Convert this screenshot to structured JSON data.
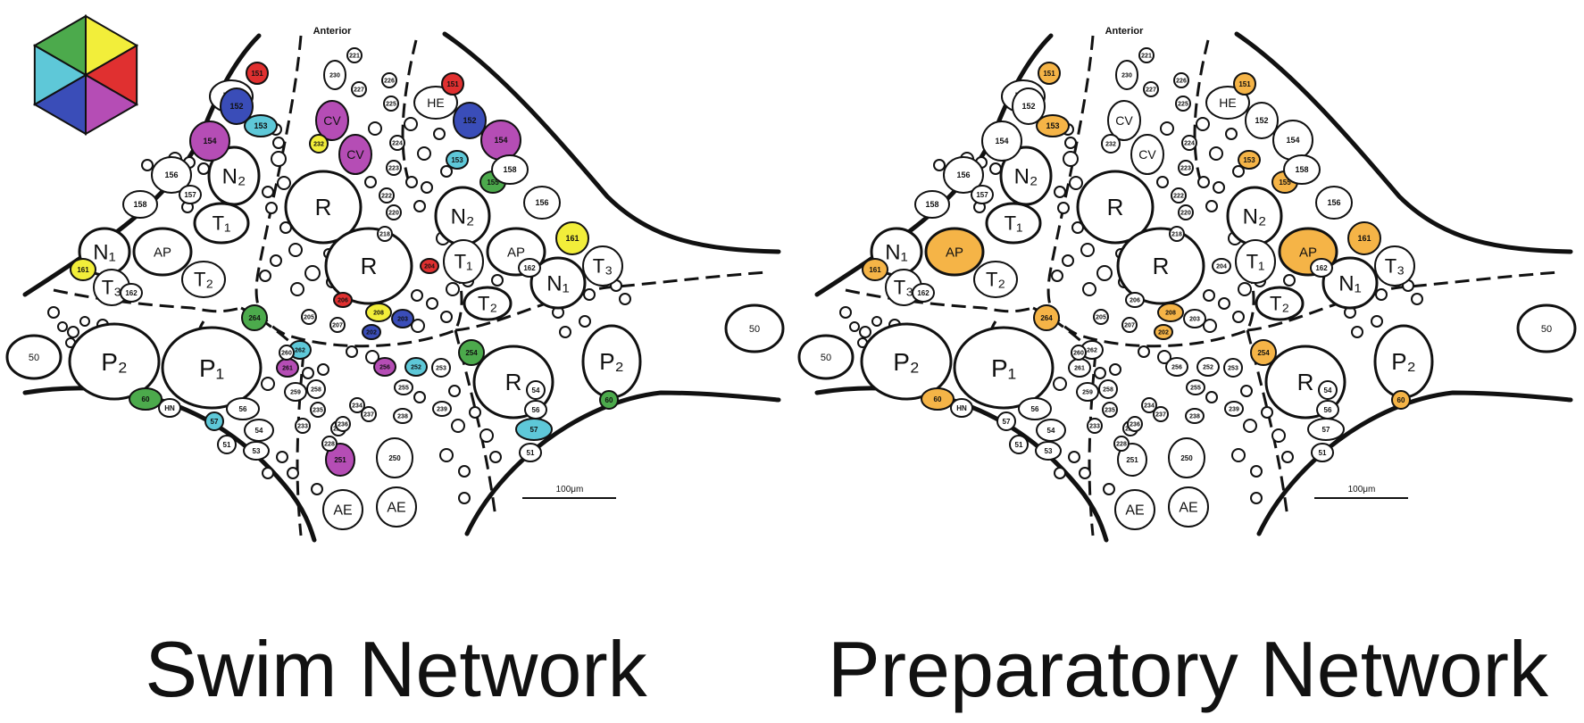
{
  "swim": {
    "title": "Swim Network",
    "anterior": "Anterior",
    "scale": "100μm",
    "cells": [
      {
        "label": "R",
        "fill": "#ffffff"
      },
      {
        "label": "R",
        "fill": "#ffffff"
      },
      {
        "label": "R",
        "fill": "#ffffff"
      },
      {
        "label": "AP",
        "fill": "#ffffff"
      },
      {
        "label": "AP",
        "fill": "#ffffff"
      },
      {
        "label": "P₁",
        "fill": "#ffffff"
      },
      {
        "label": "P₂",
        "fill": "#ffffff"
      },
      {
        "label": "P₂",
        "fill": "#ffffff"
      },
      {
        "label": "N₂",
        "fill": "#ffffff"
      },
      {
        "label": "N₂",
        "fill": "#ffffff"
      },
      {
        "label": "N₁",
        "fill": "#ffffff"
      },
      {
        "label": "N₁",
        "fill": "#ffffff"
      },
      {
        "label": "T₁",
        "fill": "#ffffff"
      },
      {
        "label": "T₁",
        "fill": "#ffffff"
      },
      {
        "label": "T₂",
        "fill": "#ffffff"
      },
      {
        "label": "T₂",
        "fill": "#ffffff"
      },
      {
        "label": "T₃",
        "fill": "#ffffff"
      },
      {
        "label": "T₃",
        "fill": "#ffffff"
      },
      {
        "label": "HE",
        "fill": "#ffffff"
      },
      {
        "label": "HE",
        "fill": "#ffffff"
      },
      {
        "label": "CV",
        "fill": "#b54db5"
      },
      {
        "label": "CV",
        "fill": "#b54db5"
      },
      {
        "label": "AE",
        "fill": "#ffffff"
      },
      {
        "label": "AE",
        "fill": "#ffffff"
      },
      {
        "label": "50",
        "fill": "#ffffff"
      },
      {
        "label": "50",
        "fill": "#ffffff"
      },
      {
        "label": "151",
        "fill": "#e03030"
      },
      {
        "label": "152",
        "fill": "#3a4db8"
      },
      {
        "label": "153",
        "fill": "#5ec8d8"
      },
      {
        "label": "154",
        "fill": "#b54db5"
      },
      {
        "label": "156",
        "fill": "#ffffff"
      },
      {
        "label": "158",
        "fill": "#ffffff"
      },
      {
        "label": "157",
        "fill": "#ffffff"
      },
      {
        "label": "161",
        "fill": "#f2ee3a"
      },
      {
        "label": "162",
        "fill": "#ffffff"
      },
      {
        "label": "60",
        "fill": "#4caa4c"
      },
      {
        "label": "HN",
        "fill": "#ffffff"
      },
      {
        "label": "57",
        "fill": "#5ec8d8"
      },
      {
        "label": "56",
        "fill": "#ffffff"
      },
      {
        "label": "54",
        "fill": "#ffffff"
      },
      {
        "label": "53",
        "fill": "#ffffff"
      },
      {
        "label": "51",
        "fill": "#ffffff"
      },
      {
        "label": "151",
        "fill": "#e03030"
      },
      {
        "label": "152",
        "fill": "#3a4db8"
      },
      {
        "label": "154",
        "fill": "#b54db5"
      },
      {
        "label": "153",
        "fill": "#5ec8d8"
      },
      {
        "label": "155",
        "fill": "#4caa4c"
      },
      {
        "label": "156",
        "fill": "#ffffff"
      },
      {
        "label": "158",
        "fill": "#ffffff"
      },
      {
        "label": "161",
        "fill": "#f2ee3a"
      },
      {
        "label": "162",
        "fill": "#ffffff"
      },
      {
        "label": "60",
        "fill": "#4caa4c"
      },
      {
        "label": "57",
        "fill": "#5ec8d8"
      },
      {
        "label": "56",
        "fill": "#ffffff"
      },
      {
        "label": "54",
        "fill": "#ffffff"
      },
      {
        "label": "51",
        "fill": "#ffffff"
      },
      {
        "label": "221",
        "fill": "#ffffff"
      },
      {
        "label": "230",
        "fill": "#ffffff"
      },
      {
        "label": "227",
        "fill": "#ffffff"
      },
      {
        "label": "226",
        "fill": "#ffffff"
      },
      {
        "label": "225",
        "fill": "#ffffff"
      },
      {
        "label": "232",
        "fill": "#f2ee3a"
      },
      {
        "label": "224",
        "fill": "#ffffff"
      },
      {
        "label": "223",
        "fill": "#ffffff"
      },
      {
        "label": "222",
        "fill": "#ffffff"
      },
      {
        "label": "220",
        "fill": "#ffffff"
      },
      {
        "label": "218",
        "fill": "#ffffff"
      },
      {
        "label": "204",
        "fill": "#e03030"
      },
      {
        "label": "206",
        "fill": "#e03030"
      },
      {
        "label": "208",
        "fill": "#f2ee3a"
      },
      {
        "label": "203",
        "fill": "#3a4db8"
      },
      {
        "label": "202",
        "fill": "#3a4db8"
      },
      {
        "label": "207",
        "fill": "#ffffff"
      },
      {
        "label": "205",
        "fill": "#ffffff"
      },
      {
        "label": "264",
        "fill": "#4caa4c"
      },
      {
        "label": "262",
        "fill": "#5ec8d8"
      },
      {
        "label": "261",
        "fill": "#b54db5"
      },
      {
        "label": "260",
        "fill": "#ffffff"
      },
      {
        "label": "259",
        "fill": "#ffffff"
      },
      {
        "label": "258",
        "fill": "#ffffff"
      },
      {
        "label": "256",
        "fill": "#b54db5"
      },
      {
        "label": "255",
        "fill": "#ffffff"
      },
      {
        "label": "254",
        "fill": "#4caa4c"
      },
      {
        "label": "253",
        "fill": "#ffffff"
      },
      {
        "label": "252",
        "fill": "#5ec8d8"
      },
      {
        "label": "251",
        "fill": "#b54db5"
      },
      {
        "label": "250",
        "fill": "#ffffff"
      },
      {
        "label": "229",
        "fill": "#ffffff"
      },
      {
        "label": "228",
        "fill": "#ffffff"
      },
      {
        "label": "234",
        "fill": "#ffffff"
      },
      {
        "label": "233",
        "fill": "#ffffff"
      },
      {
        "label": "235",
        "fill": "#ffffff"
      },
      {
        "label": "236",
        "fill": "#ffffff"
      },
      {
        "label": "237",
        "fill": "#ffffff"
      },
      {
        "label": "238",
        "fill": "#ffffff"
      },
      {
        "label": "239",
        "fill": "#ffffff"
      }
    ],
    "legend_colors": [
      "#4caa4c",
      "#f2ee3a",
      "#e03030",
      "#b54db5",
      "#3a4db8",
      "#5ec8d8"
    ]
  },
  "prep": {
    "title": "Preparatory Network",
    "anterior": "Anterior",
    "scale": "100μm",
    "cells": [
      {
        "label": "R",
        "fill": "#ffffff"
      },
      {
        "label": "R",
        "fill": "#ffffff"
      },
      {
        "label": "R",
        "fill": "#ffffff"
      },
      {
        "label": "AP",
        "fill": "#f5b447"
      },
      {
        "label": "AP",
        "fill": "#f5b447"
      },
      {
        "label": "P₁",
        "fill": "#ffffff"
      },
      {
        "label": "P₂",
        "fill": "#ffffff"
      },
      {
        "label": "P₂",
        "fill": "#ffffff"
      },
      {
        "label": "N₂",
        "fill": "#ffffff"
      },
      {
        "label": "N₂",
        "fill": "#ffffff"
      },
      {
        "label": "N₁",
        "fill": "#ffffff"
      },
      {
        "label": "N₁",
        "fill": "#ffffff"
      },
      {
        "label": "T₁",
        "fill": "#ffffff"
      },
      {
        "label": "T₁",
        "fill": "#ffffff"
      },
      {
        "label": "T₂",
        "fill": "#ffffff"
      },
      {
        "label": "T₂",
        "fill": "#ffffff"
      },
      {
        "label": "T₃",
        "fill": "#ffffff"
      },
      {
        "label": "T₃",
        "fill": "#ffffff"
      },
      {
        "label": "HE",
        "fill": "#ffffff"
      },
      {
        "label": "HE",
        "fill": "#ffffff"
      },
      {
        "label": "CV",
        "fill": "#ffffff"
      },
      {
        "label": "CV",
        "fill": "#ffffff"
      },
      {
        "label": "AE",
        "fill": "#ffffff"
      },
      {
        "label": "AE",
        "fill": "#ffffff"
      },
      {
        "label": "50",
        "fill": "#ffffff"
      },
      {
        "label": "50",
        "fill": "#ffffff"
      },
      {
        "label": "151",
        "fill": "#f5b447"
      },
      {
        "label": "152",
        "fill": "#ffffff"
      },
      {
        "label": "153",
        "fill": "#f5b447"
      },
      {
        "label": "154",
        "fill": "#ffffff"
      },
      {
        "label": "156",
        "fill": "#ffffff"
      },
      {
        "label": "158",
        "fill": "#ffffff"
      },
      {
        "label": "157",
        "fill": "#ffffff"
      },
      {
        "label": "161",
        "fill": "#f5b447"
      },
      {
        "label": "162",
        "fill": "#ffffff"
      },
      {
        "label": "60",
        "fill": "#f5b447"
      },
      {
        "label": "HN",
        "fill": "#ffffff"
      },
      {
        "label": "57",
        "fill": "#ffffff"
      },
      {
        "label": "56",
        "fill": "#ffffff"
      },
      {
        "label": "54",
        "fill": "#ffffff"
      },
      {
        "label": "53",
        "fill": "#ffffff"
      },
      {
        "label": "51",
        "fill": "#ffffff"
      },
      {
        "label": "151",
        "fill": "#f5b447"
      },
      {
        "label": "152",
        "fill": "#ffffff"
      },
      {
        "label": "154",
        "fill": "#ffffff"
      },
      {
        "label": "153",
        "fill": "#f5b447"
      },
      {
        "label": "155",
        "fill": "#f5b447"
      },
      {
        "label": "156",
        "fill": "#ffffff"
      },
      {
        "label": "158",
        "fill": "#ffffff"
      },
      {
        "label": "161",
        "fill": "#f5b447"
      },
      {
        "label": "162",
        "fill": "#ffffff"
      },
      {
        "label": "60",
        "fill": "#f5b447"
      },
      {
        "label": "57",
        "fill": "#ffffff"
      },
      {
        "label": "56",
        "fill": "#ffffff"
      },
      {
        "label": "54",
        "fill": "#ffffff"
      },
      {
        "label": "51",
        "fill": "#ffffff"
      },
      {
        "label": "221",
        "fill": "#ffffff"
      },
      {
        "label": "230",
        "fill": "#ffffff"
      },
      {
        "label": "227",
        "fill": "#ffffff"
      },
      {
        "label": "226",
        "fill": "#ffffff"
      },
      {
        "label": "225",
        "fill": "#ffffff"
      },
      {
        "label": "232",
        "fill": "#ffffff"
      },
      {
        "label": "224",
        "fill": "#ffffff"
      },
      {
        "label": "223",
        "fill": "#ffffff"
      },
      {
        "label": "222",
        "fill": "#ffffff"
      },
      {
        "label": "220",
        "fill": "#ffffff"
      },
      {
        "label": "218",
        "fill": "#ffffff"
      },
      {
        "label": "204",
        "fill": "#ffffff"
      },
      {
        "label": "206",
        "fill": "#ffffff"
      },
      {
        "label": "208",
        "fill": "#f5b447"
      },
      {
        "label": "203",
        "fill": "#ffffff"
      },
      {
        "label": "202",
        "fill": "#f5b447"
      },
      {
        "label": "207",
        "fill": "#ffffff"
      },
      {
        "label": "205",
        "fill": "#ffffff"
      },
      {
        "label": "264",
        "fill": "#f5b447"
      },
      {
        "label": "262",
        "fill": "#ffffff"
      },
      {
        "label": "261",
        "fill": "#ffffff"
      },
      {
        "label": "260",
        "fill": "#ffffff"
      },
      {
        "label": "259",
        "fill": "#ffffff"
      },
      {
        "label": "258",
        "fill": "#ffffff"
      },
      {
        "label": "256",
        "fill": "#ffffff"
      },
      {
        "label": "255",
        "fill": "#ffffff"
      },
      {
        "label": "254",
        "fill": "#f5b447"
      },
      {
        "label": "253",
        "fill": "#ffffff"
      },
      {
        "label": "252",
        "fill": "#ffffff"
      },
      {
        "label": "251",
        "fill": "#ffffff"
      },
      {
        "label": "250",
        "fill": "#ffffff"
      },
      {
        "label": "229",
        "fill": "#ffffff"
      },
      {
        "label": "228",
        "fill": "#ffffff"
      },
      {
        "label": "234",
        "fill": "#ffffff"
      },
      {
        "label": "233",
        "fill": "#ffffff"
      },
      {
        "label": "235",
        "fill": "#ffffff"
      },
      {
        "label": "236",
        "fill": "#ffffff"
      },
      {
        "label": "237",
        "fill": "#ffffff"
      },
      {
        "label": "238",
        "fill": "#ffffff"
      },
      {
        "label": "239",
        "fill": "#ffffff"
      }
    ]
  }
}
